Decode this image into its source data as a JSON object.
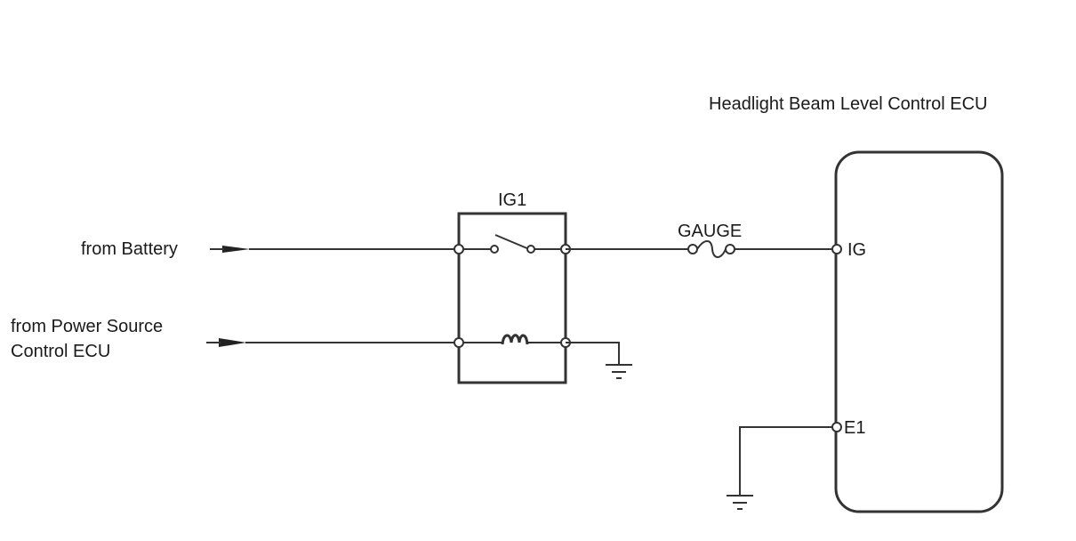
{
  "ecu": {
    "title": "Headlight Beam Level Control ECU",
    "pin_ig": "IG",
    "pin_e1": "E1"
  },
  "relay": {
    "name": "IG1"
  },
  "fuse": {
    "name": "GAUGE"
  },
  "inputs": {
    "battery": "from Battery",
    "power_source_line1": "from Power Source",
    "power_source_line2": "Control ECU"
  }
}
